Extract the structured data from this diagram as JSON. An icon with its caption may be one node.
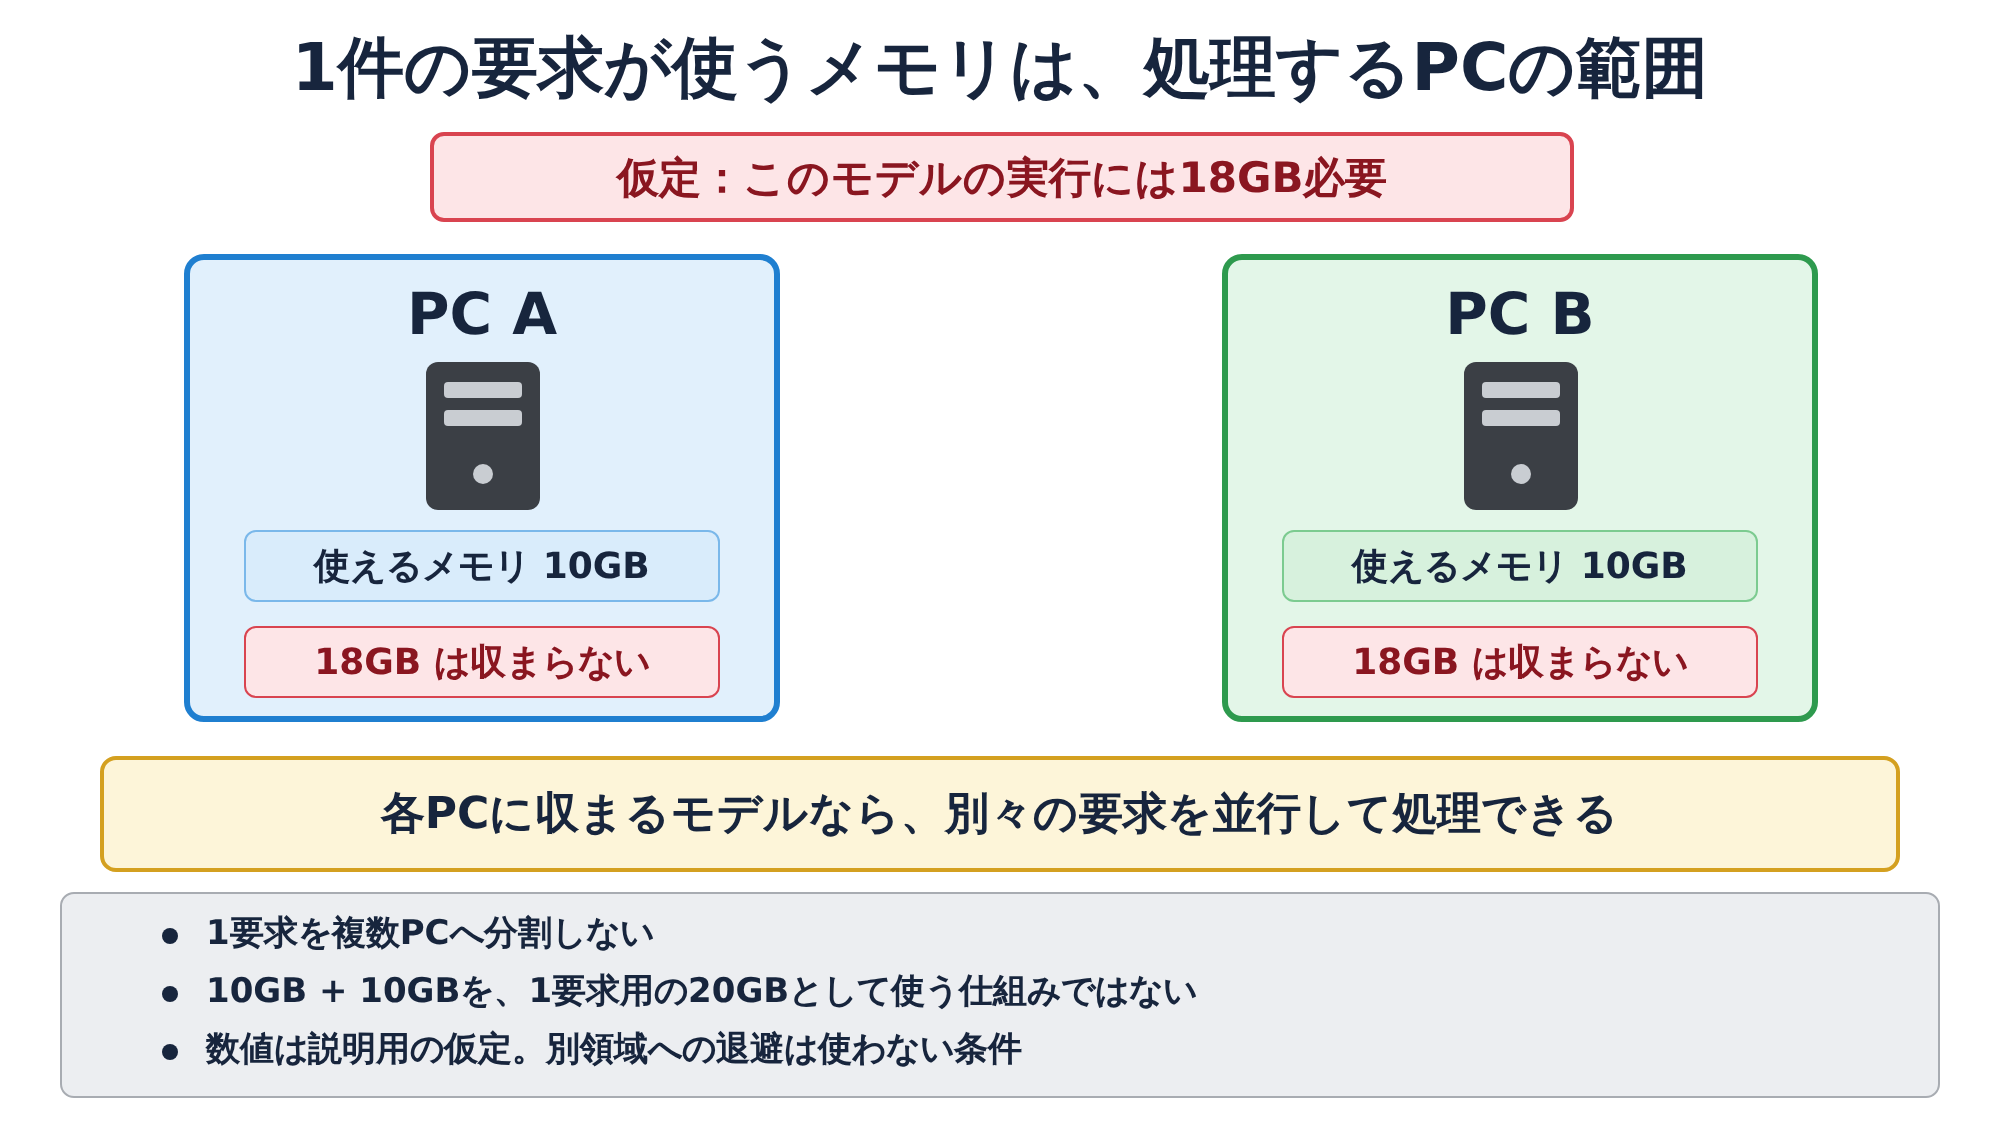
{
  "diagram": {
    "title": "1件の要求が使うメモリは、処理するPCの範囲",
    "nodes": [
      {
        "text": [
          "仮定：このモデルの実行には18GB必要"
        ]
      },
      {
        "text": [
          "PC A"
        ]
      },
      {
        "text": [
          "使えるメモリ 10GB"
        ],
        "in": 1
      },
      {
        "text": [
          "18GB は収まらない"
        ],
        "in": 1
      },
      {
        "text": [
          "PC B"
        ]
      },
      {
        "text": [
          "使えるメモリ 10GB"
        ],
        "in": 4
      },
      {
        "text": [
          "18GB は収まらない"
        ],
        "in": 4
      },
      {
        "text": [
          "各PCに収まるモデルなら、別々の要求を並行して処理できる"
        ]
      },
      {
        "text": [
          "1要求を複数PCへ分割しない",
          "10GB + 10GBを、1要求用の20GBとして使う仕組みではない",
          "数値は説明用の仮定。別領域への退避は使わない条件"
        ]
      }
    ],
    "edges": []
  }
}
